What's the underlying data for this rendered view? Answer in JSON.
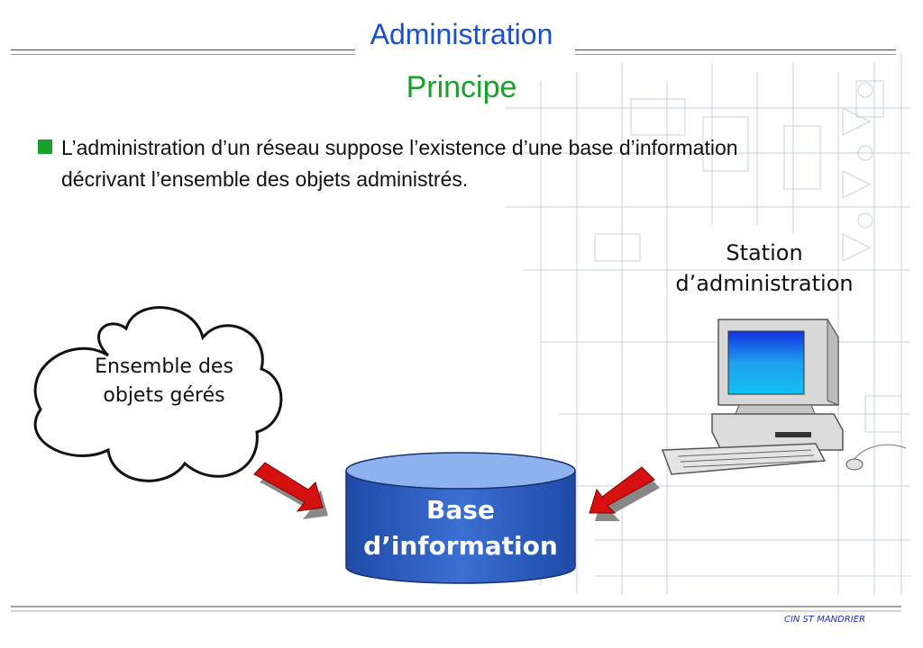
{
  "header": {
    "title": "Administration",
    "subtitle": "Principe"
  },
  "bullet": {
    "text": "L’administration d’un réseau suppose l’existence d’une base d’information décrivant l’ensemble des objets administrés."
  },
  "diagram": {
    "cloud_label": "Ensemble des objets gérés",
    "database_label": "Base d’information",
    "station_label": "Station d’administration"
  },
  "footer": {
    "text": "CIN ST MANDRIER"
  },
  "colors": {
    "title": "#1a4fd0",
    "subtitle": "#1aa02a",
    "bullet_square": "#1aa02a",
    "arrow": "#d41010",
    "database": "#2f5fc0",
    "footer": "#1a2fc0"
  }
}
